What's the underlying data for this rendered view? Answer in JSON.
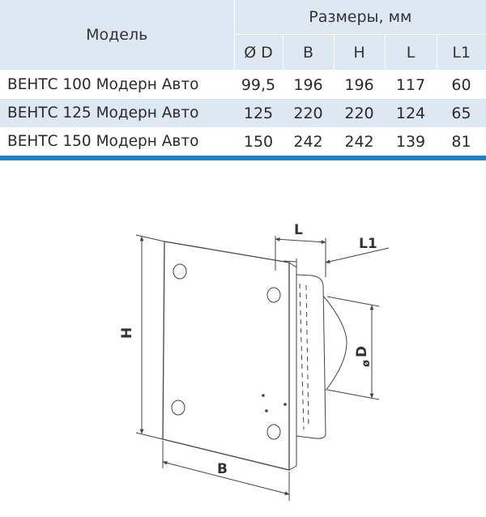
{
  "table": {
    "model_header": "Модель",
    "sizes_header": "Размеры, мм",
    "columns": [
      "Ø D",
      "B",
      "H",
      "L",
      "L1"
    ],
    "rows": [
      {
        "name": "ВЕНТС 100 Модерн Авто",
        "values": [
          "99,5",
          "196",
          "196",
          "117",
          "60"
        ]
      },
      {
        "name": "ВЕНТС 125 Модерн Авто",
        "values": [
          "125",
          "220",
          "220",
          "124",
          "65"
        ]
      },
      {
        "name": "ВЕНТС 150 Модерн Авто",
        "values": [
          "150",
          "242",
          "242",
          "139",
          "81"
        ]
      }
    ]
  },
  "drawing": {
    "labels": {
      "L": "L",
      "L1": "L1",
      "D": "D",
      "D_symbol": "ø",
      "H": "H",
      "B": "B"
    }
  },
  "colors": {
    "header_bg": "#dde8f2",
    "accent": "#1f80c8"
  }
}
